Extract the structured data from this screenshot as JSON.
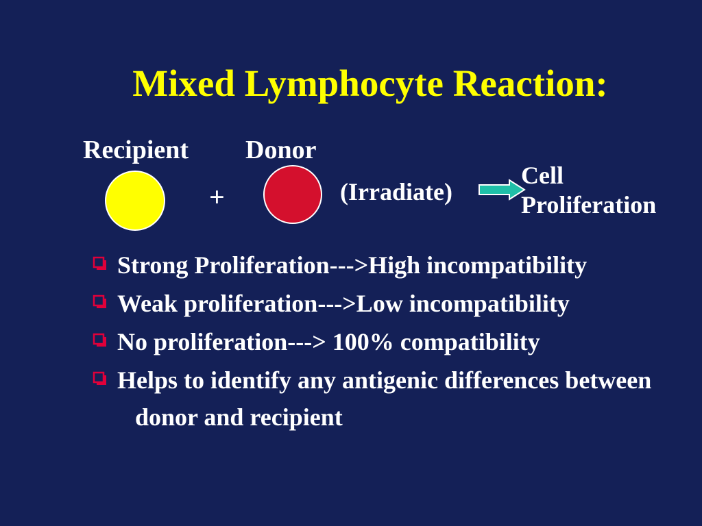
{
  "title": "Mixed Lymphocyte Reaction:",
  "diagram": {
    "recipient_label": "Recipient",
    "donor_label": "Donor",
    "plus": "+",
    "irradiate": "(Irradiate)",
    "result_line1": "Cell",
    "result_line2": "Proliferation",
    "colors": {
      "recipient_cell": "#ffff00",
      "donor_cell": "#d4102d",
      "arrow": "#1fbfa8",
      "title": "#ffff00",
      "background": "#142057",
      "bullet_marker": "#e0003a"
    }
  },
  "bullets": [
    {
      "text": "Strong Proliferation--->High incompatibility"
    },
    {
      "text": "Weak proliferation--->Low incompatibility"
    },
    {
      "text": "No proliferation---> 100% compatibility"
    },
    {
      "text": "Helps to identify any antigenic differences between donor and recipient"
    }
  ],
  "bullet_icon": "checkbox-square-icon"
}
